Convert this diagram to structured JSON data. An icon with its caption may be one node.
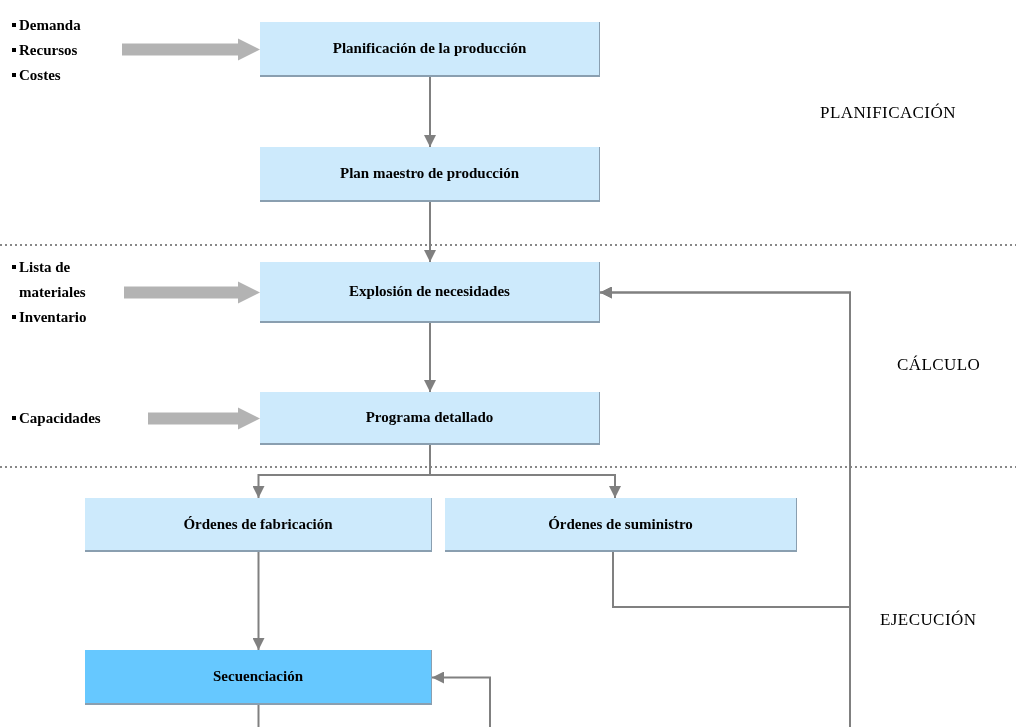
{
  "diagram": {
    "nodes": [
      {
        "text": [
          "Demanda",
          "Recursos",
          "Costes"
        ]
      },
      {
        "text": [
          "Planificación de la producción"
        ]
      },
      {
        "text": [
          "Plan maestro de producción"
        ]
      },
      {
        "text": [
          "Lista de materiales",
          "Inventario"
        ]
      },
      {
        "text": [
          "Explosión de necesidades"
        ]
      },
      {
        "text": [
          "Capacidades"
        ]
      },
      {
        "text": [
          "Programa detallado"
        ]
      },
      {
        "text": [
          "Órdenes de fabricación"
        ]
      },
      {
        "text": [
          "Órdenes de suministro"
        ]
      },
      {
        "text": [
          "Secuenciación"
        ]
      }
    ],
    "edges": [
      {
        "from": 0,
        "to": 1,
        "arrow": "to",
        "style": "thick",
        "color": "#b3b3b3"
      },
      {
        "from": 1,
        "to": 2,
        "arrow": "to"
      },
      {
        "from": 2,
        "to": 4,
        "arrow": "to"
      },
      {
        "from": 3,
        "to": 4,
        "arrow": "to",
        "style": "thick",
        "color": "#b3b3b3"
      },
      {
        "from": 4,
        "to": 6,
        "arrow": "to"
      },
      {
        "from": 5,
        "to": 6,
        "arrow": "to",
        "style": "thick",
        "color": "#b3b3b3"
      },
      {
        "from": 6,
        "to": 7,
        "arrow": "to"
      },
      {
        "from": 6,
        "to": 8,
        "arrow": "to"
      },
      {
        "from": 7,
        "to": 9,
        "arrow": "to"
      },
      {
        "from": 8,
        "to": 4,
        "arrow": "to"
      },
      {
        "from": null,
        "to": 4,
        "arrow": "to"
      },
      {
        "from": 9,
        "to": null,
        "arrow": "none"
      },
      {
        "from": null,
        "to": 9,
        "arrow": "to"
      }
    ],
    "labels": [
      "PLANIFICACIÓN",
      "CÁLCULO",
      "EJECUCIÓN"
    ]
  }
}
